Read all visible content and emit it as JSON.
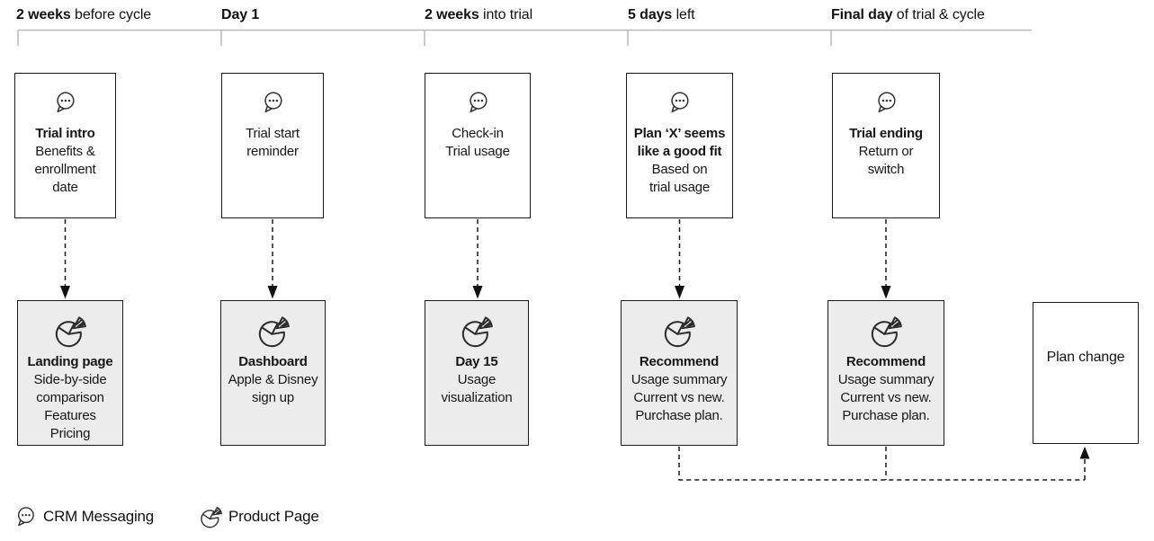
{
  "timeline": {
    "milestones": [
      {
        "emphasis": "2 weeks",
        "rest": " before cycle"
      },
      {
        "emphasis": "Day 1",
        "rest": ""
      },
      {
        "emphasis": "2 weeks",
        "rest": " into trial"
      },
      {
        "emphasis": "5 days",
        "rest": " left"
      },
      {
        "emphasis": "Final day",
        "rest": " of trial & cycle"
      }
    ]
  },
  "crm_boxes": [
    {
      "title": "Trial intro",
      "body": "Benefits &\nenrollment\ndate"
    },
    {
      "title": "",
      "body": "Trial start\nreminder"
    },
    {
      "title": "",
      "body": "Check-in\nTrial usage"
    },
    {
      "title": "Plan ‘X’ seems\nlike a good fit",
      "body": "Based on\ntrial usage"
    },
    {
      "title": "Trial ending",
      "body": "Return or\nswitch"
    }
  ],
  "product_boxes": [
    {
      "title": "Landing page",
      "body": "Side-by-side\ncomparison\nFeatures\nPricing"
    },
    {
      "title": "Dashboard",
      "body": "Apple & Disney\nsign up"
    },
    {
      "title": "Day 15",
      "body": "Usage\nvisualization"
    },
    {
      "title": "Recommend",
      "body": "Usage summary\nCurrent vs new.\nPurchase plan."
    },
    {
      "title": "Recommend",
      "body": "Usage summary\nCurrent vs new.\nPurchase plan."
    }
  ],
  "outcome_box": {
    "label": "Plan change"
  },
  "legend": [
    {
      "icon": "chat-bubble-icon",
      "label": "CRM Messaging"
    },
    {
      "icon": "pie-chart-icon",
      "label": "Product Page"
    }
  ],
  "colors": {
    "product_box_fill": "#ececec",
    "box_border": "#1a1a1a",
    "timeline_line": "#b9b9b9",
    "text": "#161616"
  }
}
